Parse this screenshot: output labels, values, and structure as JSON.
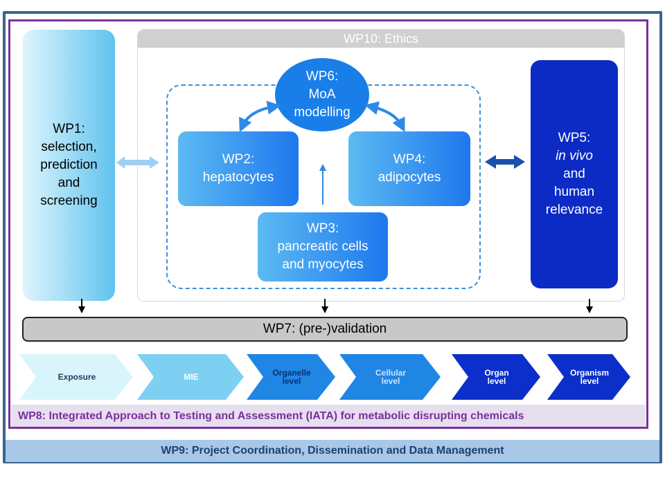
{
  "wp1": {
    "lines": [
      "WP1:",
      "selection,",
      "prediction",
      "and",
      "screening"
    ]
  },
  "wp2": {
    "lines": [
      "WP2:",
      "hepatocytes"
    ]
  },
  "wp3": {
    "lines": [
      "WP3:",
      "pancreatic cells",
      "and myocytes"
    ]
  },
  "wp4": {
    "lines": [
      "WP4:",
      "adipocytes"
    ]
  },
  "wp5": {
    "lines": [
      "WP5:",
      "in vivo",
      "and",
      "human",
      "relevance"
    ]
  },
  "wp6": {
    "lines": [
      "WP6:",
      "MoA",
      "modelling"
    ]
  },
  "wp7": {
    "label": "WP7: (pre-)validation"
  },
  "wp8": {
    "label": "WP8: Integrated Approach to Testing and Assessment (IATA) for metabolic disrupting  chemicals"
  },
  "wp9": {
    "label": "WP9: Project Coordination,  Dissemination and Data Management"
  },
  "wp10": {
    "label": "WP10: Ethics"
  },
  "aop_steps": [
    {
      "lines": [
        "Exposure"
      ],
      "fill": "#d9f5fc",
      "text_color": "#1f3a5a"
    },
    {
      "lines": [
        "MIE"
      ],
      "fill": "#7ed0f2",
      "text_color": "#ffffff"
    },
    {
      "lines": [
        "Organelle",
        "level"
      ],
      "fill": "#1f86e4",
      "text_color": "#10306f"
    },
    {
      "lines": [
        "Cellular",
        "level"
      ],
      "fill": "#1f86e4",
      "text_color": "#cfe4ff"
    },
    {
      "lines": [
        "Organ",
        "level"
      ],
      "fill": "#0b2fc8",
      "text_color": "#ffffff"
    },
    {
      "lines": [
        "Organism",
        "level"
      ],
      "fill": "#0b2fc8",
      "text_color": "#ffffff"
    }
  ],
  "colors": {
    "frame": "#3a6591",
    "wp8_border": "#7a2f9a",
    "wp5_fill": "#0b2bc4",
    "wp6_fill": "#1a7ee8",
    "dashed_border": "#3f8fdc",
    "wp7_fill": "#c8c8c8"
  }
}
